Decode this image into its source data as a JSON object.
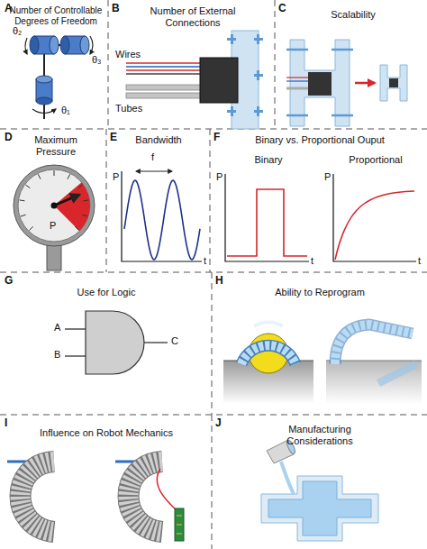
{
  "diagram": {
    "labels": [
      "A",
      "Number of Controllable Degrees of Freedom",
      "θ₂",
      "θ₃",
      "θ₁",
      "B",
      "Number of External Connections",
      "Wires",
      "Tubes",
      "C",
      "Scalability",
      "D",
      "Maximum Pressure",
      "P",
      "E",
      "Bandwidth",
      "f",
      "P",
      "t",
      "F",
      "Binary vs. Proportional Ouput",
      "Binary",
      "Proportional",
      "P",
      "t",
      "P",
      "t",
      "G",
      "Use for Logic",
      "A",
      "B",
      "C",
      "H",
      "Ability to Reprogram",
      "I",
      "Influence on Robot Mechanics",
      "J",
      "Manufacturing Considerations"
    ]
  }
}
